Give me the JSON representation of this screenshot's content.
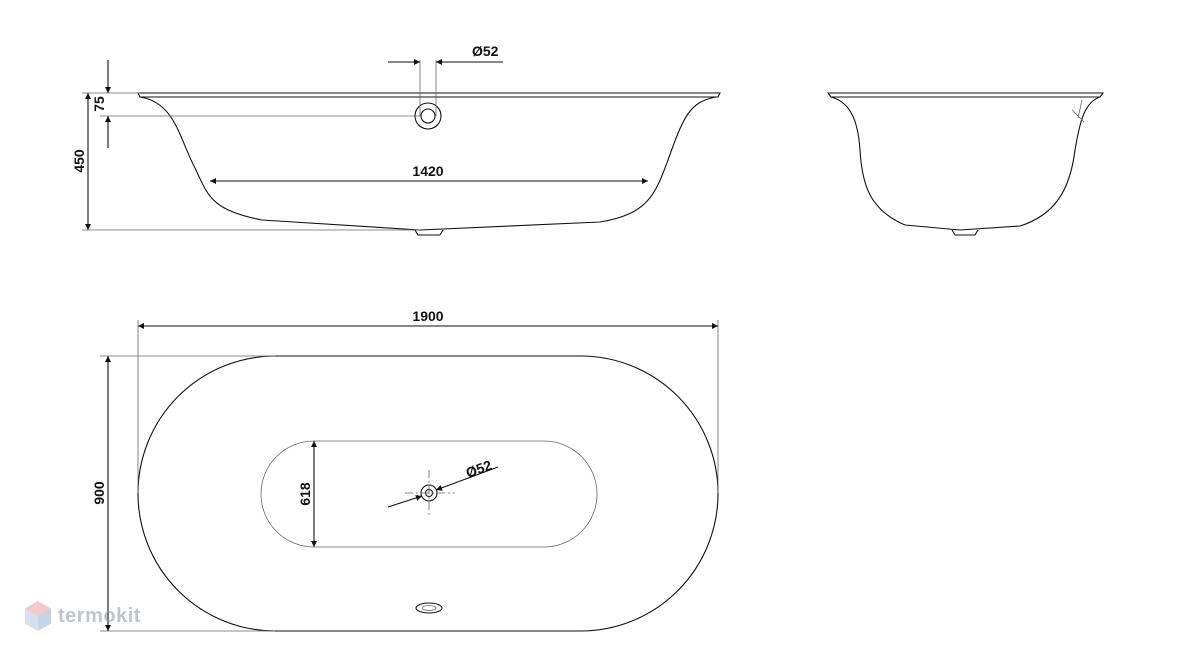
{
  "side_view": {
    "overflow_diameter": "Ø52",
    "rim_height": "75",
    "total_height": "450",
    "inner_length": "1420"
  },
  "top_view": {
    "total_length": "1900",
    "total_width": "900",
    "inner_width": "618",
    "drain_diameter": "Ø52"
  },
  "watermark": {
    "text": "termokit",
    "color": "#d9534f"
  }
}
